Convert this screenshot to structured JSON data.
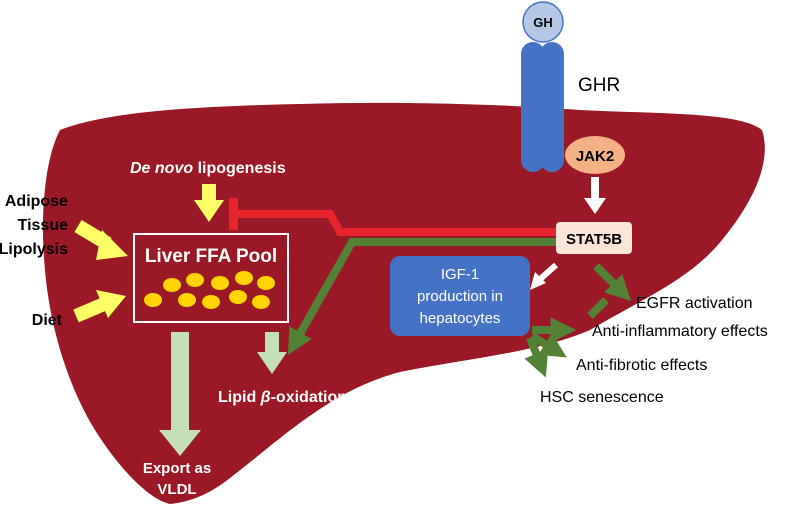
{
  "receptor": {
    "ligand": "GH",
    "name": "GHR",
    "kinase": "JAK2",
    "tf": "STAT5B"
  },
  "pool": {
    "title": "Liver FFA Pool"
  },
  "inputs": {
    "dnl_italic": "De novo",
    "dnl_rest": " lipogenesis",
    "adipose": [
      "Adipose",
      "Tissue",
      "Lipolysis"
    ],
    "diet": "Diet"
  },
  "outputs": {
    "beta_ox_prefix": "Lipid ",
    "beta_ox_symbol": "β",
    "beta_ox_suffix": "-oxidation",
    "export": [
      "Export as",
      "VLDL"
    ]
  },
  "igf": {
    "lines": [
      "IGF-1",
      "production in",
      "hepatocytes"
    ]
  },
  "effects": {
    "egfr": "EGFR activation",
    "anti_inflammatory": "Anti-inflammatory effects",
    "anti_fibrotic": "Anti-fibrotic effects",
    "hsc": "HSC senescence"
  },
  "colors": {
    "liver": "#9b1826",
    "receptor": "#4472c4",
    "ligand": "#b4c7e7",
    "kinase": "#f4b183",
    "stat": "#fbe5d6",
    "inhibit": "#e8252b",
    "promote": "#548235",
    "fat_arrow": "#c5e0b4",
    "input_arrow": "#ffff66",
    "droplet": "#ffd400",
    "igf_box": "#4472c4"
  }
}
